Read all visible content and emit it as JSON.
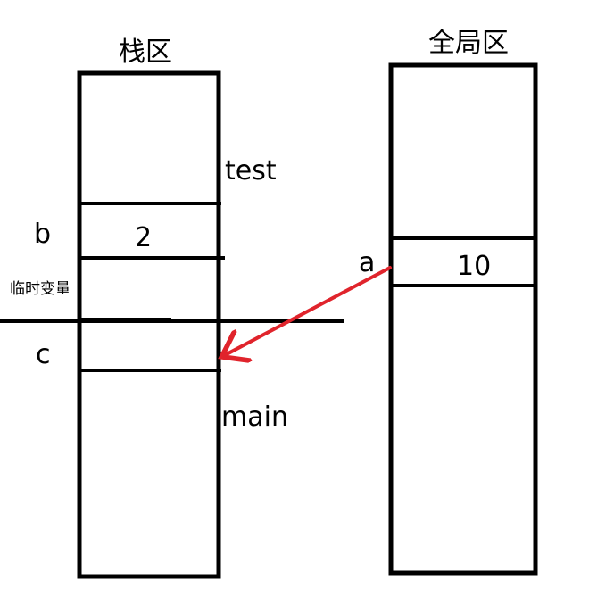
{
  "stack": {
    "title": "栈区",
    "frame_labels": {
      "test": "test",
      "main": "main"
    },
    "temp_label": "临时变量",
    "cells": [
      {
        "name": "b",
        "value": "2"
      },
      {
        "name": "c",
        "value": ""
      }
    ]
  },
  "global": {
    "title": "全局区",
    "cells": [
      {
        "name": "a",
        "value": "10"
      }
    ]
  },
  "colors": {
    "outline": "#000000",
    "arrow": "#e0242c"
  }
}
